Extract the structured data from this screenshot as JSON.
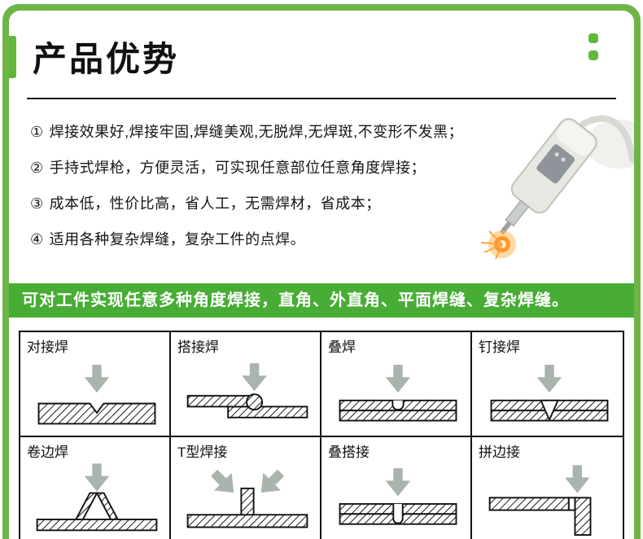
{
  "page": {
    "title": "产品优势"
  },
  "advantages": {
    "items": [
      {
        "num": "①",
        "text": "焊接效果好,焊接牢固,焊缝美观,无脱焊,无焊斑,不变形不发黑；"
      },
      {
        "num": "②",
        "text": "手持式焊枪，方便灵活，可实现任意部位任意角度焊接；"
      },
      {
        "num": "③",
        "text": "成本低，性价比高，省人工，无需焊材，省成本；"
      },
      {
        "num": "④",
        "text": "适用各种复杂焊缝，复杂工件的点焊。"
      }
    ]
  },
  "banner": {
    "text": "可对工件实现任意多种角度焊接，直角、外直角、平面焊缝、复杂焊缝。"
  },
  "weld_types": {
    "cells": [
      {
        "label": "对接焊",
        "diagram": "butt-joint"
      },
      {
        "label": "搭接焊",
        "diagram": "lap-joint"
      },
      {
        "label": "叠焊",
        "diagram": "stack-weld"
      },
      {
        "label": "钉接焊",
        "diagram": "tack-weld"
      },
      {
        "label": "卷边焊",
        "diagram": "flange-weld"
      },
      {
        "label": "T型焊接",
        "diagram": "t-joint"
      },
      {
        "label": "叠搭接",
        "diagram": "stack-lap-joint"
      },
      {
        "label": "拼边接",
        "diagram": "edge-joint"
      }
    ]
  },
  "icons": {
    "arrow": "down-arrow",
    "product_photo": "handheld-laser-welding-gun-photo"
  },
  "colors": {
    "frame_green": "#6db546",
    "accent_green": "#5fb83a",
    "banner_green": "#47ad35",
    "arrow_gray": "#a9b4ad",
    "line_black": "#111111"
  }
}
